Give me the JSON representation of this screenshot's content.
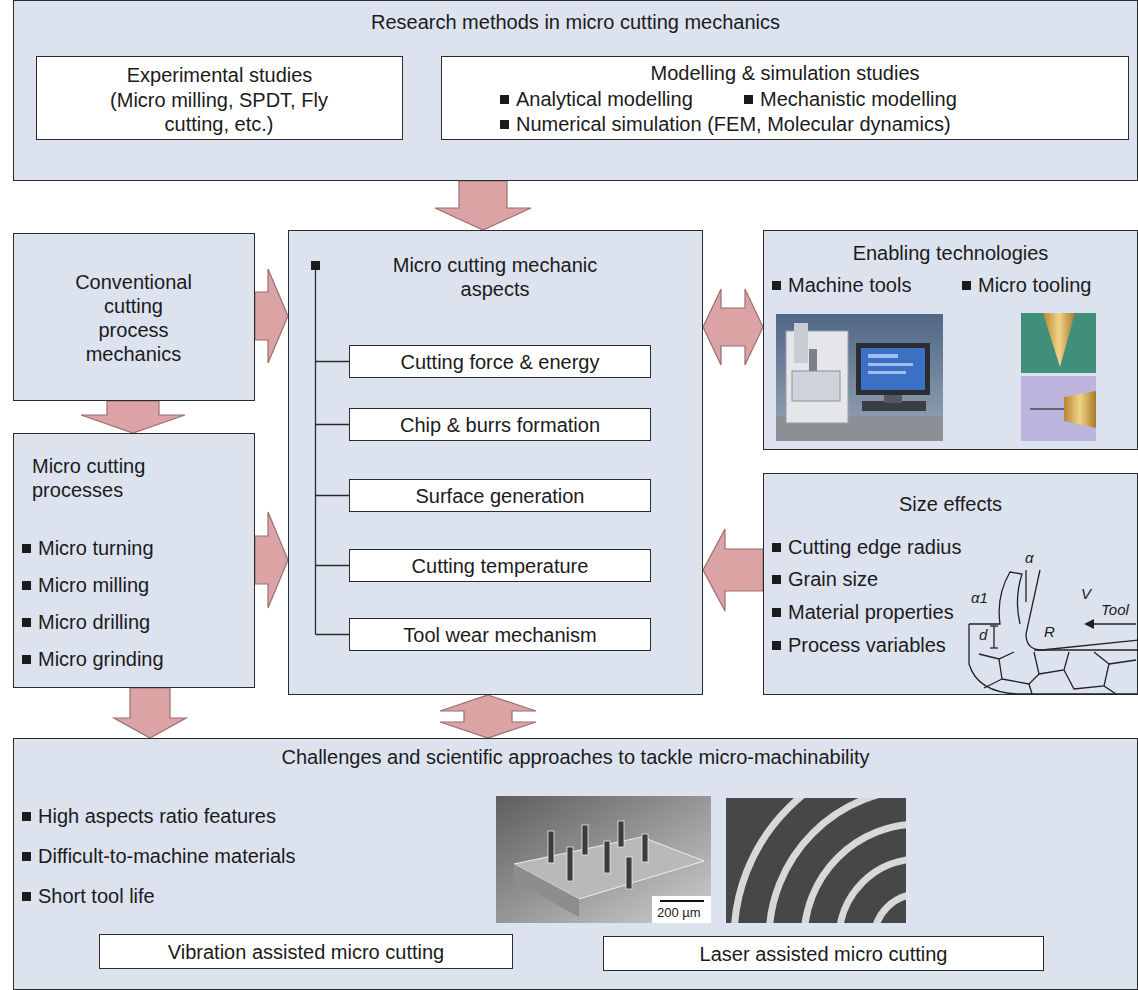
{
  "diagram": {
    "nodes": [
      {
        "text": [
          "Research methods in micro cutting mechanics"
        ]
      },
      {
        "text": [
          "Experimental studies",
          "(Micro milling, SPDT, Fly cutting, etc.)"
        ],
        "in": 0
      },
      {
        "text": [
          "Modelling & simulation studies",
          "Analytical modelling",
          "Mechanistic modelling",
          "Numerical simulation (FEM, Molecular dynamics)"
        ],
        "in": 0
      },
      {
        "text": [
          "Conventional cutting process mechanics"
        ]
      },
      {
        "text": [
          "Micro cutting processes",
          "Micro turning",
          "Micro milling",
          "Micro drilling",
          "Micro grinding"
        ]
      },
      {
        "text": [
          "Micro cutting mechanic aspects"
        ]
      },
      {
        "text": [
          "Cutting force & energy"
        ],
        "in": 5
      },
      {
        "text": [
          "Chip & burrs formation"
        ],
        "in": 5
      },
      {
        "text": [
          "Surface generation"
        ],
        "in": 5
      },
      {
        "text": [
          "Cutting temperature"
        ],
        "in": 5
      },
      {
        "text": [
          "Tool wear mechanism"
        ],
        "in": 5
      },
      {
        "text": [
          "Enabling technologies",
          "Machine tools",
          "Micro tooling"
        ]
      },
      {
        "text": [
          "Size effects",
          "Cutting edge radius",
          "Grain size",
          "Material properties",
          "Process variables"
        ]
      },
      {
        "text": [
          "Challenges and scientific approaches to tackle micro-machinability",
          "High aspects ratio features",
          "Difficult-to-machine materials",
          "Short tool life"
        ]
      },
      {
        "text": [
          "Vibration assisted micro cutting"
        ],
        "in": 13
      },
      {
        "text": [
          "Laser assisted micro cutting"
        ],
        "in": 13
      }
    ],
    "edges": [
      {
        "from": 0,
        "to": 5,
        "arrow": "to"
      },
      {
        "from": 3,
        "to": 5,
        "arrow": "to"
      },
      {
        "from": 3,
        "to": 4,
        "arrow": "to"
      },
      {
        "from": 4,
        "to": 5,
        "arrow": "to"
      },
      {
        "from": 11,
        "to": 5,
        "arrow": "both"
      },
      {
        "from": 12,
        "to": 5,
        "arrow": "to"
      },
      {
        "from": 4,
        "to": 13,
        "arrow": "to"
      },
      {
        "from": 5,
        "to": 13,
        "arrow": "both"
      }
    ],
    "labels": [
      "α1",
      "α",
      "V",
      "Tool",
      "d",
      "R",
      "200 µm"
    ]
  }
}
